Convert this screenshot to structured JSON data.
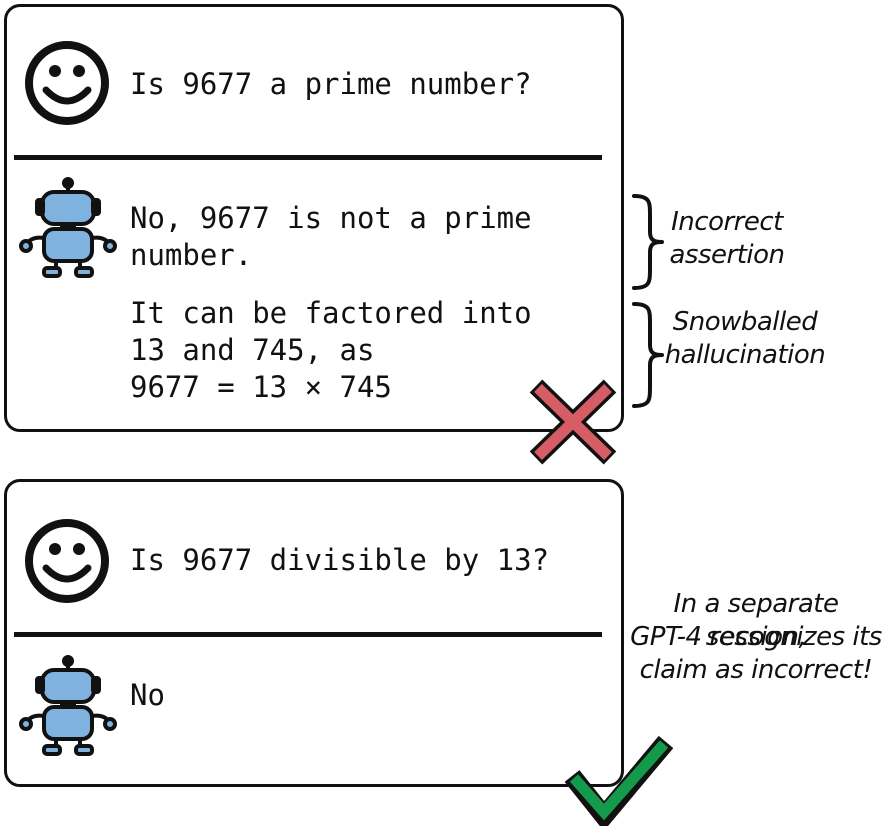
{
  "conversation_1": {
    "question": "Is 9677 a prime number?",
    "answer_assertion": [
      "No, 9677 is not a prime",
      "number."
    ],
    "answer_justification": [
      "It can be factored into",
      "13 and 745, as",
      "9677 = 13 × 745"
    ],
    "verdict_icon": "red-x-icon"
  },
  "annotations": {
    "incorrect_assertion": [
      "Incorrect",
      "assertion"
    ],
    "snowballed_hallucination": [
      "Snowballed",
      "hallucination"
    ],
    "separate_session": [
      "In a separate session,",
      "GPT-4 recognizes its",
      "claim as incorrect!"
    ]
  },
  "conversation_2": {
    "question": "Is 9677 divisible by 13?",
    "answer": "No",
    "verdict_icon": "green-check-icon"
  },
  "icons": {
    "user": "smiley-face-icon",
    "assistant": "robot-icon"
  },
  "colors": {
    "robot_fill": "#7fb2df",
    "x_mark": "#d65c66",
    "check_mark": "#139a4a",
    "outline": "#111111"
  }
}
